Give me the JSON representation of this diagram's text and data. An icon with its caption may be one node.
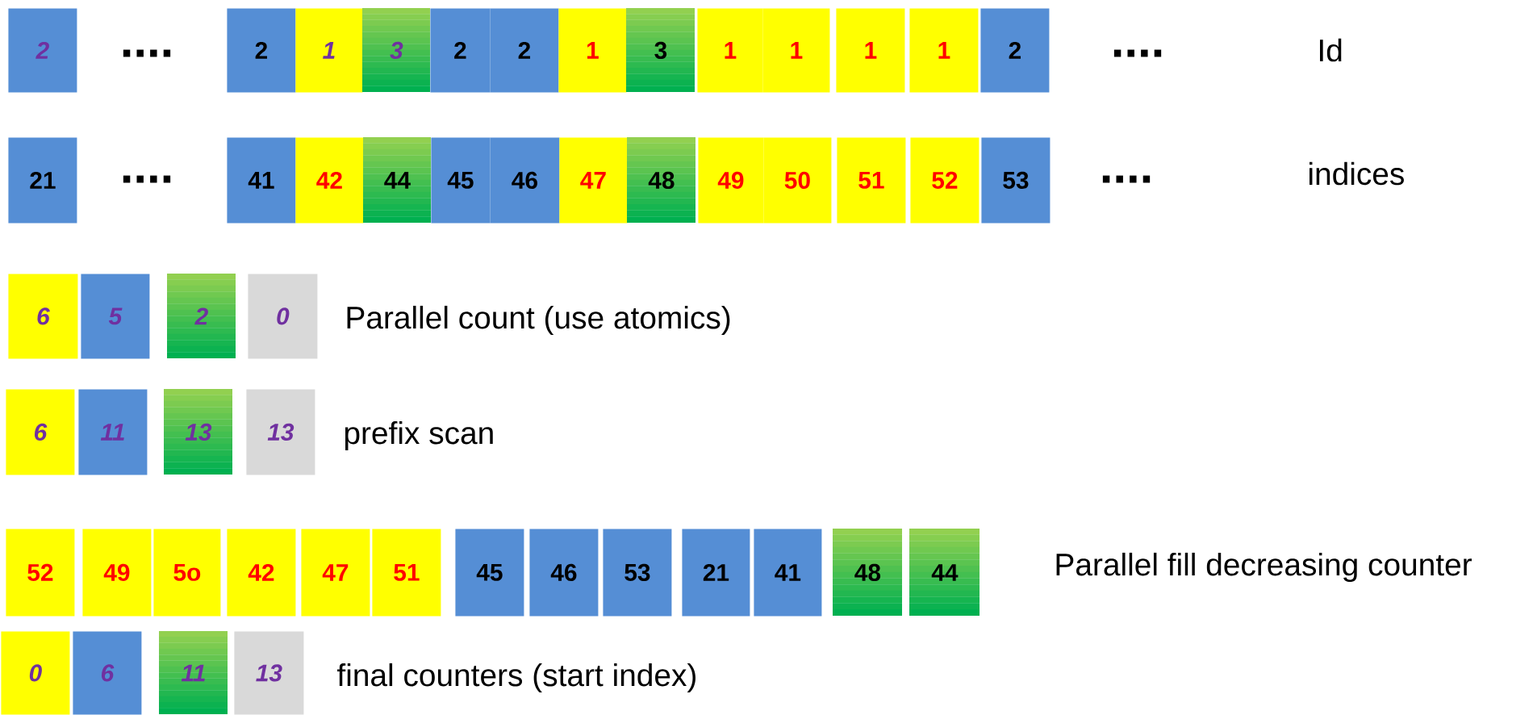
{
  "diagram": {
    "nodes": [
      {
        "text": [
          "2"
        ]
      },
      {
        "text": [
          "2"
        ]
      },
      {
        "text": [
          "1"
        ]
      },
      {
        "text": [
          "3"
        ]
      },
      {
        "text": [
          "2"
        ]
      },
      {
        "text": [
          "2"
        ]
      },
      {
        "text": [
          "1"
        ]
      },
      {
        "text": [
          "3"
        ]
      },
      {
        "text": [
          "1"
        ]
      },
      {
        "text": [
          "1"
        ]
      },
      {
        "text": [
          "1"
        ]
      },
      {
        "text": [
          "1"
        ]
      },
      {
        "text": [
          "2"
        ]
      },
      {
        "text": [
          "21"
        ]
      },
      {
        "text": [
          "41"
        ]
      },
      {
        "text": [
          "42"
        ]
      },
      {
        "text": [
          "44"
        ]
      },
      {
        "text": [
          "45"
        ]
      },
      {
        "text": [
          "46"
        ]
      },
      {
        "text": [
          "47"
        ]
      },
      {
        "text": [
          "48"
        ]
      },
      {
        "text": [
          "49"
        ]
      },
      {
        "text": [
          "50"
        ]
      },
      {
        "text": [
          "51"
        ]
      },
      {
        "text": [
          "52"
        ]
      },
      {
        "text": [
          "53"
        ]
      },
      {
        "text": [
          "6"
        ]
      },
      {
        "text": [
          "5"
        ]
      },
      {
        "text": [
          "2"
        ]
      },
      {
        "text": [
          "0"
        ]
      },
      {
        "text": [
          "6"
        ]
      },
      {
        "text": [
          "11"
        ]
      },
      {
        "text": [
          "13"
        ]
      },
      {
        "text": [
          "13"
        ]
      },
      {
        "text": [
          "52"
        ]
      },
      {
        "text": [
          "49"
        ]
      },
      {
        "text": [
          "5o"
        ]
      },
      {
        "text": [
          "42"
        ]
      },
      {
        "text": [
          "47"
        ]
      },
      {
        "text": [
          "51"
        ]
      },
      {
        "text": [
          "45"
        ]
      },
      {
        "text": [
          "46"
        ]
      },
      {
        "text": [
          "53"
        ]
      },
      {
        "text": [
          "21"
        ]
      },
      {
        "text": [
          "41"
        ]
      },
      {
        "text": [
          "48"
        ]
      },
      {
        "text": [
          "44"
        ]
      },
      {
        "text": [
          "0"
        ]
      },
      {
        "text": [
          "6"
        ]
      },
      {
        "text": [
          "11"
        ]
      },
      {
        "text": [
          "13"
        ]
      }
    ],
    "labels": [
      "....",
      "....",
      "Id",
      "....",
      "....",
      "indices",
      "Parallel count (use atomics)",
      "prefix scan",
      "Parallel fill decreasing counter",
      "final counters (start index)"
    ]
  }
}
